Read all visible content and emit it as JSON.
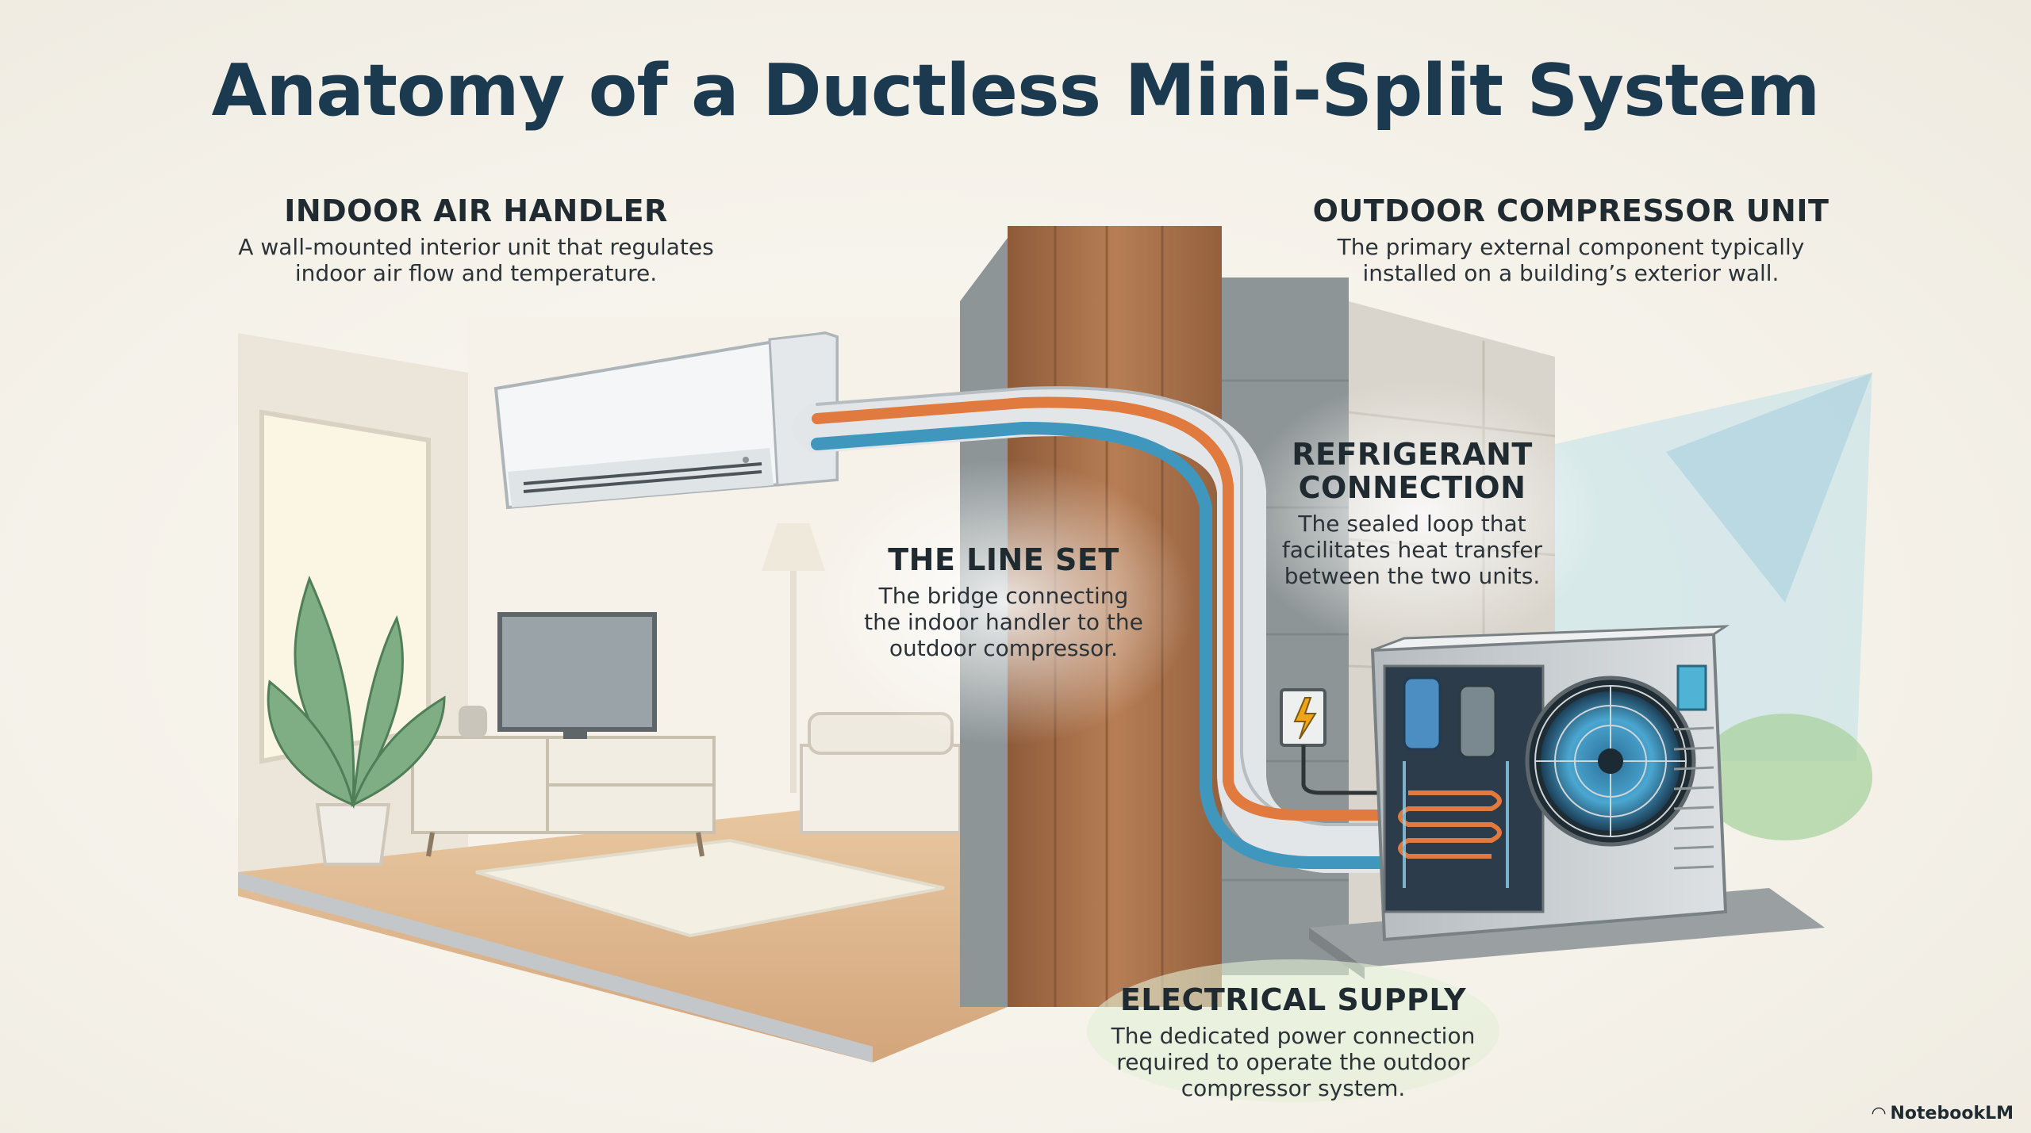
{
  "title": "Anatomy of a Ductless Mini-Split System",
  "labels": {
    "indoor": {
      "heading": "INDOOR AIR HANDLER",
      "line1": "A wall-mounted interior unit that regulates",
      "line2": "indoor air flow and temperature."
    },
    "outdoor": {
      "heading": "OUTDOOR COMPRESSOR UNIT",
      "line1": "The primary external component typically",
      "line2": "installed on a building’s exterior wall."
    },
    "refrigerant": {
      "heading1": "REFRIGERANT",
      "heading2": "CONNECTION",
      "line1": "The sealed loop that",
      "line2": "facilitates heat transfer",
      "line3": "between the two units."
    },
    "lineset": {
      "heading": "THE LINE SET",
      "line1": "The bridge connecting",
      "line2": "the indoor handler to the",
      "line3": "outdoor compressor."
    },
    "electrical": {
      "heading": "ELECTRICAL SUPPLY",
      "line1": "The dedicated power connection",
      "line2": "required to operate the outdoor",
      "line3": "compressor system."
    }
  },
  "brand": "NotebookLM",
  "colors": {
    "title": "#1c3a4f",
    "pipe_hot": "#e07a3e",
    "pipe_cold": "#3f97bd",
    "wood": "#a8714a",
    "concrete": "#8f9596"
  }
}
